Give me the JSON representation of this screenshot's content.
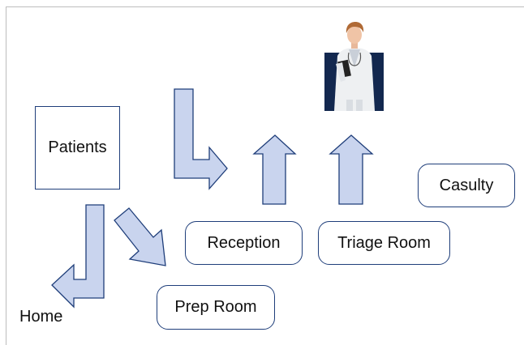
{
  "diagram": {
    "nodes": {
      "patients": "Patients",
      "reception": "Reception",
      "triage": "Triage Room",
      "casulty": "Casulty",
      "prep": "Prep Room",
      "home": "Home"
    },
    "doctor_image": "doctor-photo",
    "colors": {
      "arrow_fill": "#c9d4ee",
      "arrow_stroke": "#1f3e7a",
      "box_border": "#1f3e7a",
      "doctor_bg": "#13284f"
    },
    "icons": [
      "arrow-right-bent",
      "arrow-up",
      "arrow-up",
      "arrow-down-left-bent",
      "arrow-down-right"
    ]
  }
}
